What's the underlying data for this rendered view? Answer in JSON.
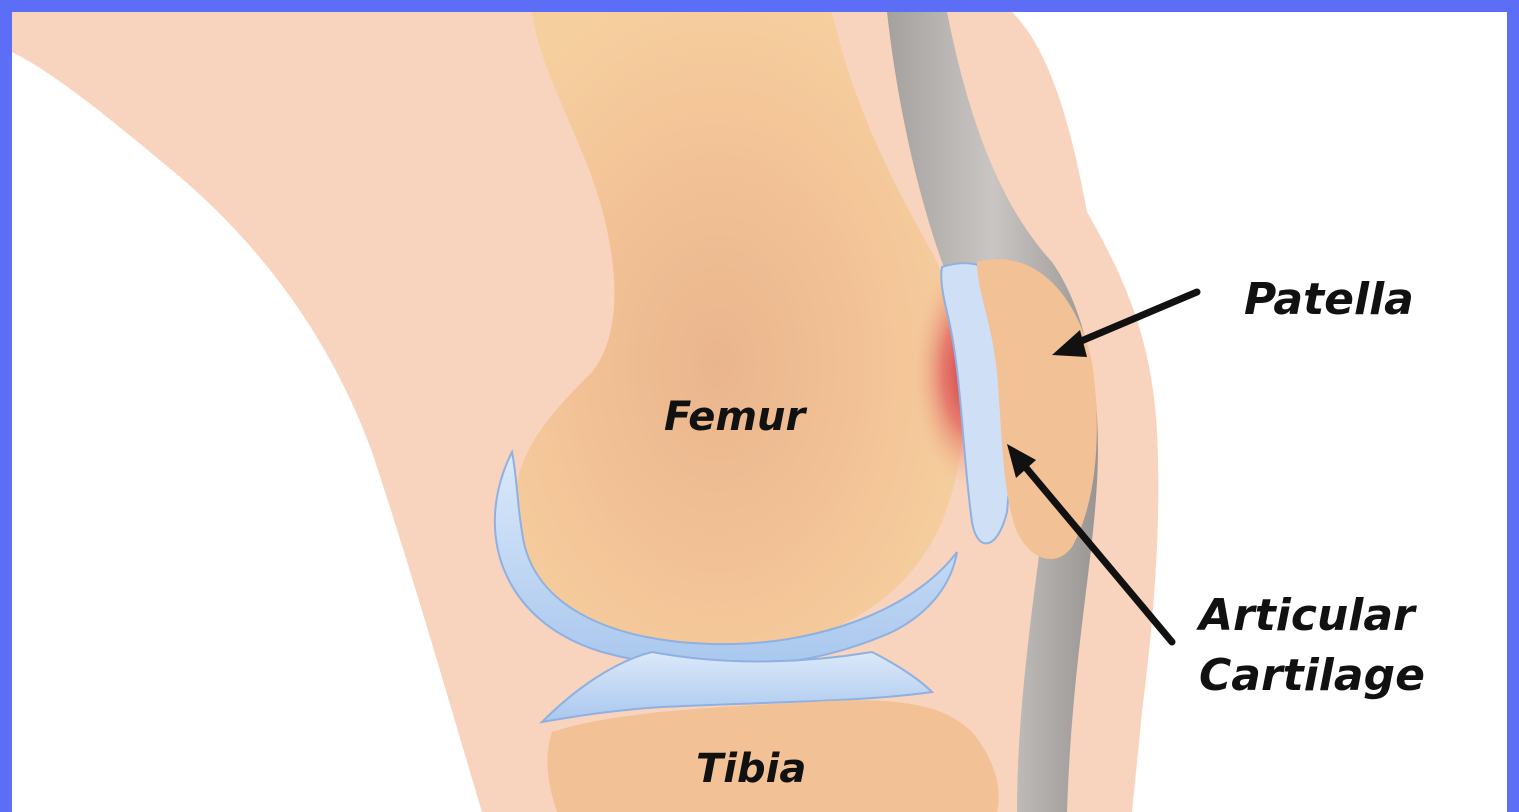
{
  "labels": {
    "patella": "Patella",
    "articular_line1": "Articular",
    "articular_line2": "Cartilage",
    "femur": "Femur",
    "tibia": "Tibia"
  },
  "colors": {
    "frame": "#5b6ef5",
    "skin": "#f8d3bd",
    "bone": "#f2c196",
    "cartilage": "#c6dcf6",
    "tendon": "#a9a9a9",
    "inflammation": "#d0233a",
    "arrow": "#111111"
  }
}
